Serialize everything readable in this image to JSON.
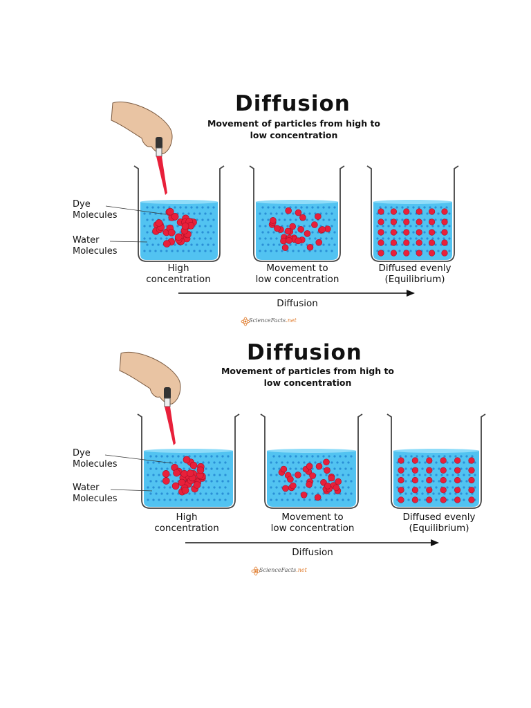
{
  "panels": [
    {
      "title": "Diffusion",
      "subtitle_line1": "Movement of particles from high to",
      "subtitle_line2": "low concentration",
      "label_dye_line1": "Dye",
      "label_dye_line2": "Molecules",
      "label_water_line1": "Water",
      "label_water_line2": "Molecules",
      "beakers": [
        {
          "caption_line1": "High",
          "caption_line2": "concentration"
        },
        {
          "caption_line1": "Movement to",
          "caption_line2": "low concentration"
        },
        {
          "caption_line1": "Diffused evenly",
          "caption_line2": "(Equilibrium)"
        }
      ],
      "arrow_label": "Diffusion",
      "logo_text": "ScienceFacts",
      "logo_suffix": ".net"
    },
    {
      "title": "Diffusion",
      "subtitle_line1": "Movement of particles from high to",
      "subtitle_line2": "low concentration",
      "label_dye_line1": "Dye",
      "label_dye_line2": "Molecules",
      "label_water_line1": "Water",
      "label_water_line2": "Molecules",
      "beakers": [
        {
          "caption_line1": "High",
          "caption_line2": "concentration"
        },
        {
          "caption_line1": "Movement to",
          "caption_line2": "low concentration"
        },
        {
          "caption_line1": "Diffused evenly",
          "caption_line2": "(Equilibrium)"
        }
      ],
      "arrow_label": "Diffusion",
      "logo_text": "ScienceFacts",
      "logo_suffix": ".net"
    }
  ],
  "colors": {
    "water": "#52c3f1",
    "water_dot": "#2a8fd6",
    "dye": "#e8203a",
    "glass": "#444444",
    "hand": "#e9c4a3"
  }
}
